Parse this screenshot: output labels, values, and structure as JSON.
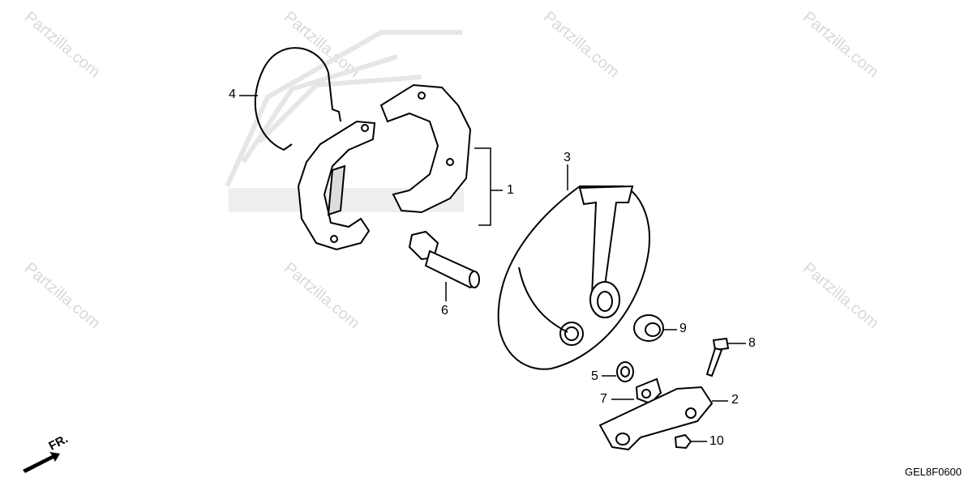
{
  "watermark_text": "Partzilla.com",
  "diagram_code": "GEL8F0600",
  "direction_label": "FR.",
  "callouts": [
    "1",
    "2",
    "3",
    "4",
    "5",
    "6",
    "7",
    "8",
    "9",
    "10"
  ]
}
